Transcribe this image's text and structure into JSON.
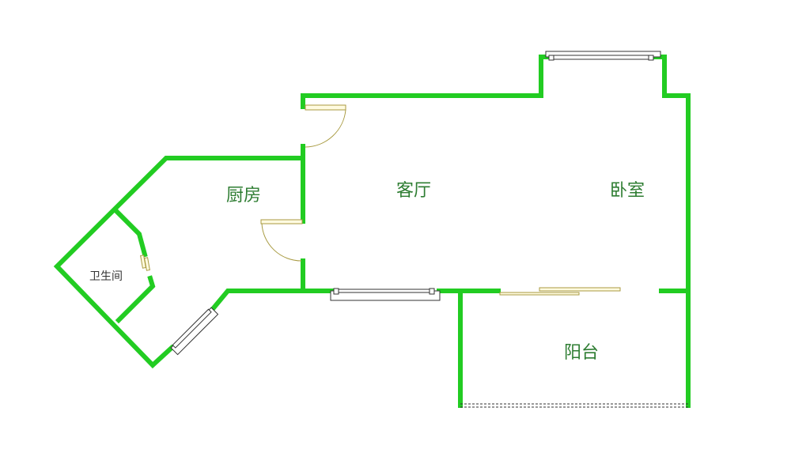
{
  "rooms": {
    "kitchen": "厨房",
    "living_room": "客厅",
    "bedroom": "卧室",
    "bathroom": "卫生间",
    "balcony": "阳台"
  },
  "colors": {
    "wall": "#22cc22",
    "text": "#2e7d32",
    "door": "#a89a40"
  }
}
